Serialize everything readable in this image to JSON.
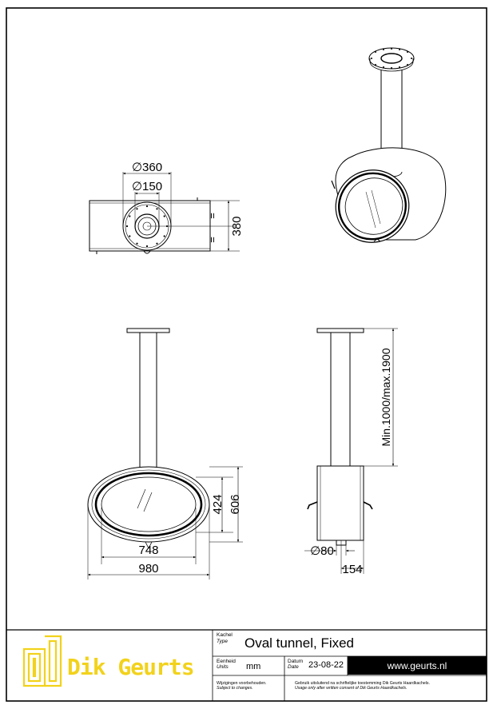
{
  "brand": {
    "name": "Dik Geurts",
    "color": "#f2d21b"
  },
  "dimensions": {
    "top_outer_diameter": "∅360",
    "top_inner_diameter": "∅150",
    "top_depth": "380",
    "equal_mark": "=",
    "front_glass_height": "424",
    "front_total_height": "606",
    "front_glass_width": "748",
    "front_total_width": "980",
    "side_pipe_length": "Min.1000/max.1900",
    "side_flue_diameter": "∅80",
    "side_offset": "154"
  },
  "title_block": {
    "type_label_nl": "Kachel",
    "type_label_en": "Type",
    "type_value": "Oval tunnel, Fixed",
    "units_label_nl": "Eenheid",
    "units_label_en": "Units",
    "units_value": "mm",
    "date_label_nl": "Datum",
    "date_label_en": "Date",
    "date_value": "23-08-22",
    "website": "www.geurts.nl",
    "changes_nl": "Wijzigingen voorbehouden.",
    "changes_en": "Subject to changes.",
    "usage_nl": "Gebruik uitsluitend na schriftelijke toestemming Dik Geurts Haardkachels.",
    "usage_en": "Usage only after written consent of Dik Geurts Haardkachels."
  }
}
